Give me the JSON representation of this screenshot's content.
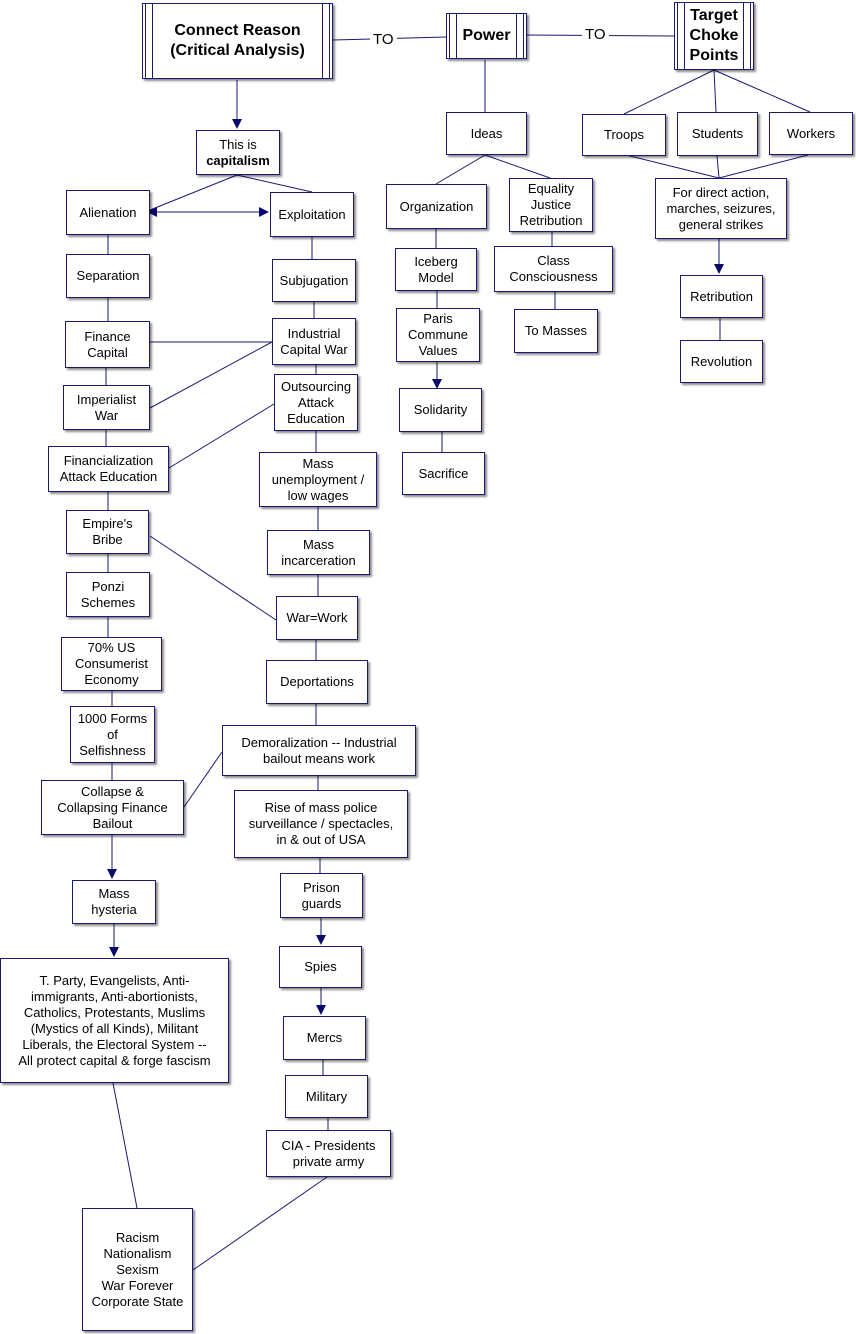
{
  "header": {
    "connect_reason": "Connect Reason\n(Critical Analysis)",
    "to_1": "TO",
    "power": "Power",
    "to_2": "TO",
    "target": "Target\nChoke\nPoints"
  },
  "left": {
    "this_is": "This is",
    "capitalism": "capitalism",
    "alienation": "Alienation",
    "exploitation": "Exploitation",
    "separation": "Separation",
    "subjugation": "Subjugation",
    "finance_capital": "Finance\nCapital",
    "industrial_capital_war": "Industrial\nCapital War",
    "imperialist_war": "Imperialist\nWar",
    "outsourcing": "Outsourcing\nAttack\nEducation",
    "financialization": "Financialization\nAttack Education",
    "mass_unemployment": "Mass\nunemployment /\nlow wages",
    "empires_bribe": "Empire's\nBribe",
    "mass_incarceration": "Mass\nincarceration",
    "ponzi": "Ponzi\nSchemes",
    "war_work": "War=Work",
    "consumerist": "70% US\nConsumerist\nEconomy",
    "deportations": "Deportations",
    "selfishness": "1000 Forms\nof\nSelfishness",
    "demoralization": "Demoralization -- Industrial\nbailout means work",
    "collapse": "Collapse &\nCollapsing Finance\nBailout",
    "police": "Rise of mass police\nsurveillance / spectacles,\nin & out of USA",
    "hysteria": "Mass\nhysteria",
    "prison_guards": "Prison\nguards",
    "tparty": "T. Party, Evangelists, Anti-\nimmigrants, Anti-abortionists,\nCatholics, Protestants, Muslims\n(Mystics of all Kinds), Militant\nLiberals, the Electoral System --\nAll protect capital & forge fascism",
    "spies": "Spies",
    "mercs": "Mercs",
    "military": "Military",
    "cia": "CIA - Presidents\nprivate army",
    "racism": "Racism\nNationalism\nSexism\nWar Forever\nCorporate State"
  },
  "middle": {
    "ideas": "Ideas",
    "organization": "Organization",
    "equality": "Equality\nJustice\nRetribution",
    "iceberg": "Iceberg\nModel",
    "class_consciousness": "Class\nConsciousness",
    "paris": "Paris\nCommune\nValues",
    "to_masses": "To Masses",
    "solidarity": "Solidarity",
    "sacrifice": "Sacrifice"
  },
  "right": {
    "troops": "Troops",
    "students": "Students",
    "workers": "Workers",
    "direct_action": "For direct action,\nmarches, seizures,\ngeneral strikes",
    "retribution": "Retribution",
    "revolution": "Revolution"
  },
  "colors": {
    "border": "#1a1a70",
    "line": "#1a1a70",
    "arrow": "#0a0a6e"
  }
}
